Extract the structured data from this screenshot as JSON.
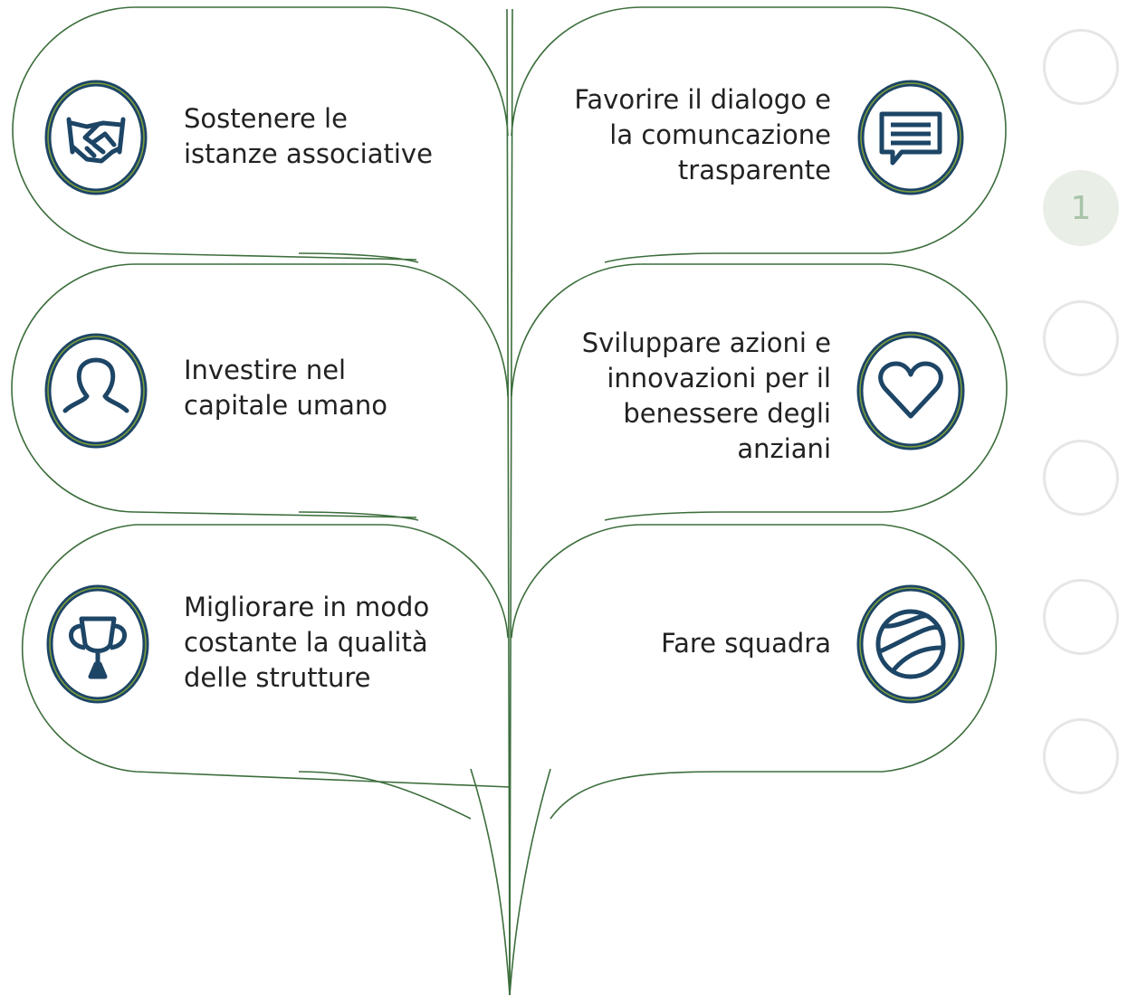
{
  "colors": {
    "leaf_stroke": "#3c6e3c",
    "icon_outer": "#1d4566",
    "icon_inner": "#7e9f3a",
    "dot_border": "#e6e6e6",
    "dot_active_fill": "#e9efe7",
    "dot_active_text": "#a8c4a8"
  },
  "items": {
    "left_1": {
      "text": "Sostenere le\nistanze associative",
      "icon": "handshake-icon"
    },
    "left_2": {
      "text": "Investire nel\ncapitale umano",
      "icon": "person-icon"
    },
    "left_3": {
      "text": "Migliorare in modo\ncostante la qualità\ndelle strutture",
      "icon": "trophy-icon"
    },
    "right_1": {
      "text": "Favorire il dialogo e\nla comuncazione\ntrasparente",
      "icon": "chat-icon"
    },
    "right_2": {
      "text": "Sviluppare azioni e\ninnovazioni per il\nbenessere degli\nanziani",
      "icon": "heart-icon"
    },
    "right_3": {
      "text": "Fare squadra",
      "icon": "ball-icon"
    }
  },
  "step_nav": {
    "dots": [
      "",
      "1",
      "",
      "",
      "",
      ""
    ],
    "active_index": 1
  }
}
